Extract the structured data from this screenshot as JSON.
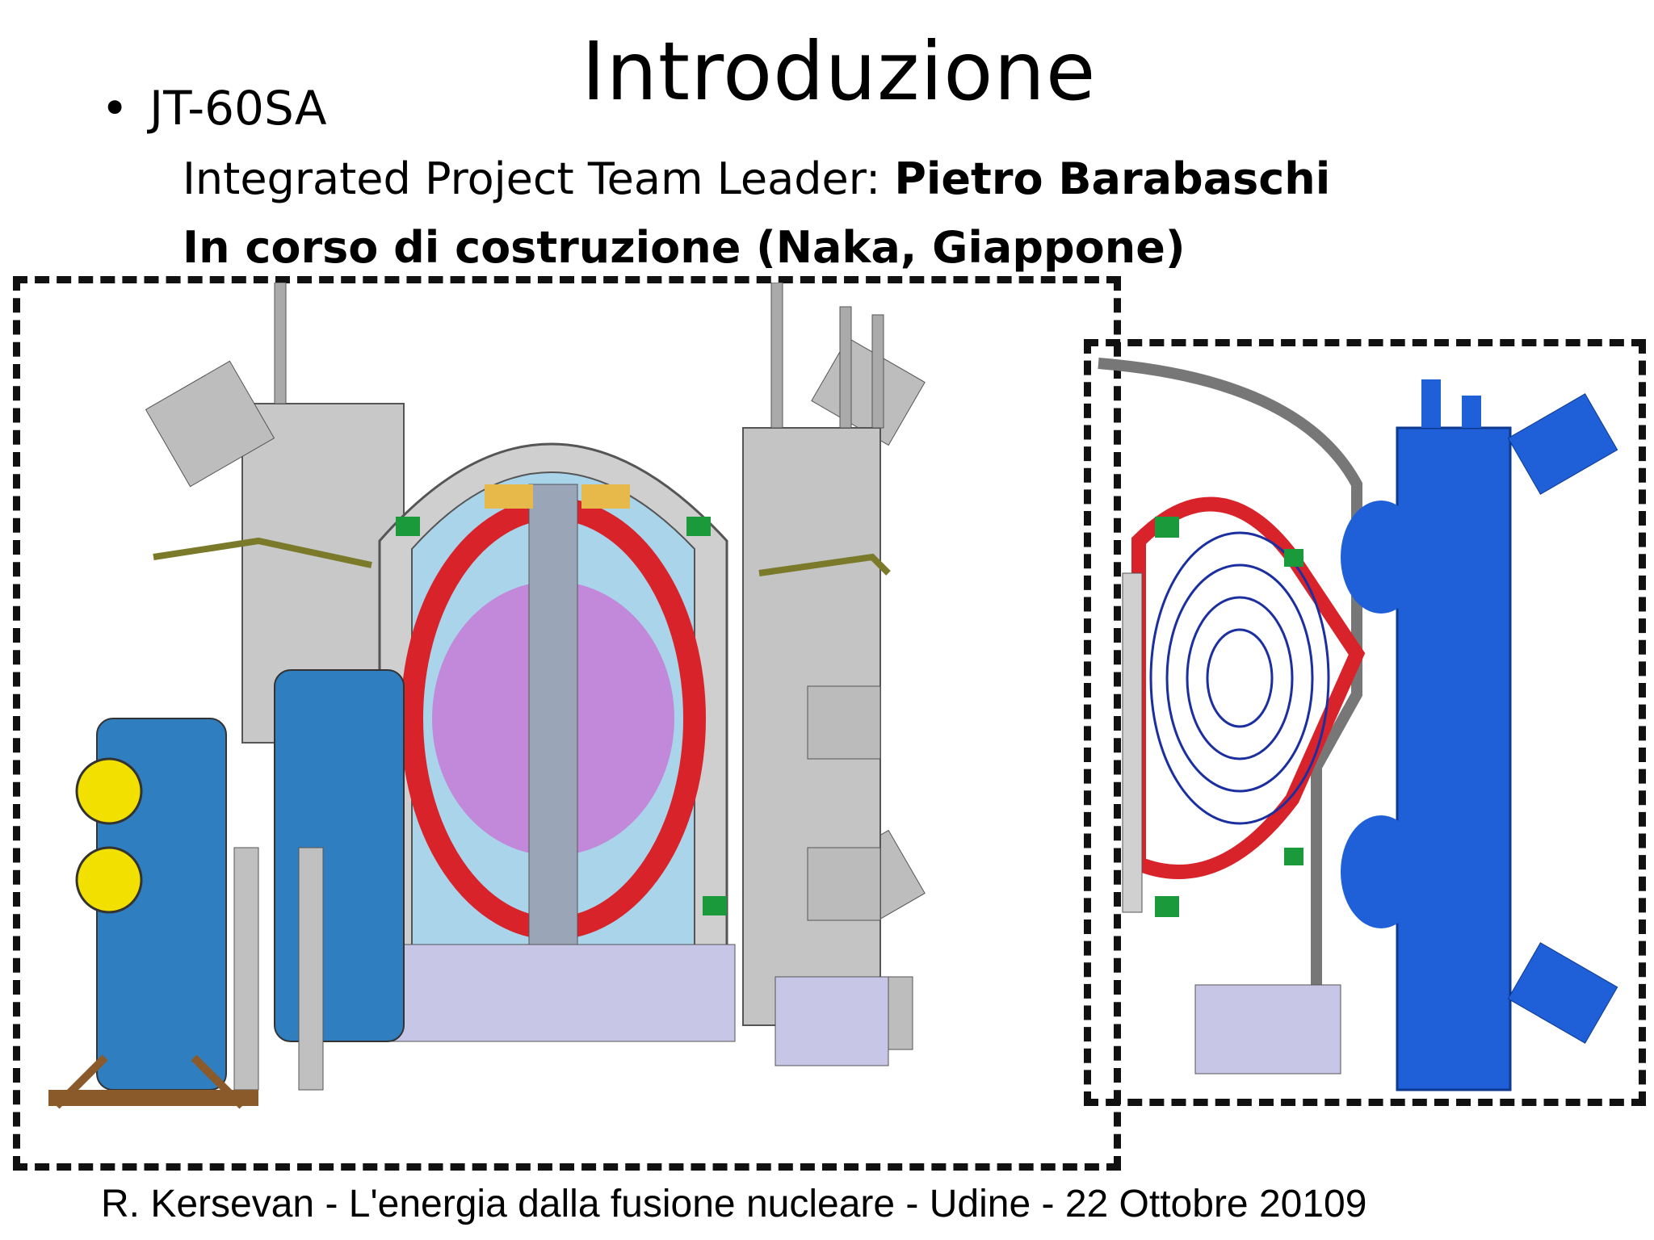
{
  "slide": {
    "title": "Introduzione",
    "bullet": "JT-60SA",
    "leader_label": "Integrated Project Team Leader: ",
    "leader_name": "Pietro Barabaschi",
    "status": "In corso di costruzione (Naka, Giappone)",
    "footer": "R. Kersevan - L'energia dalla fusione nucleare - Udine - 22 Ottobre 2010",
    "page_number": "9"
  },
  "colors": {
    "steel_blue": "#2f7fc0",
    "machine_gray": "#bfbfbf",
    "plasma_pink": "#c77ad6",
    "vessel_red": "#d8232a",
    "coil_green": "#1a9a3a",
    "cryostat_blue": "#1f5fd8",
    "flux_line_blue": "#1b2fa0"
  }
}
